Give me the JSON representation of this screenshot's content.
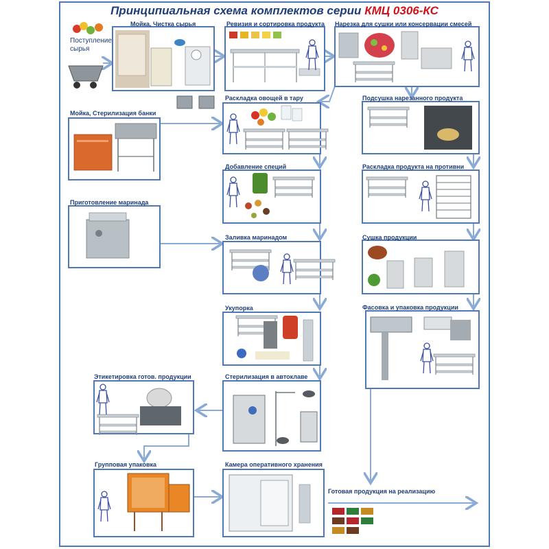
{
  "title": {
    "main": "Принципиальная схема комплектов серии",
    "accent": "КМЦ 0306-КС"
  },
  "entry": {
    "line1": "Поступление",
    "line2": "сырья"
  },
  "steps": {
    "washing_raw": "Мойка, Чистка сырья",
    "revision": "Ревизия и сортировка продукта",
    "cutting": "Нарезка для сушки или консервации смесей",
    "jar_wash": "Мойка, Стерилизация банки",
    "veg_layout": "Раскладка овощей в тару",
    "drying_cut": "Подсушка нарезанного продукта",
    "spices": "Добавление специй",
    "tray_layout": "Раскладка продукта на противни",
    "marinade_prep": "Приготовление маринада",
    "marinade_fill": "Заливка маринадом",
    "product_drying": "Сушка продукции",
    "capping": "Укупорка",
    "packing": "Фасовка и упаковка продукции",
    "labeling": "Этикетировка готов. продукции",
    "sterilization": "Стерилизация в автоклаве",
    "group_pack": "Групповая упаковка",
    "storage": "Камера оперативного хранения",
    "finished": "Готовая продукция на реализацию"
  },
  "colors": {
    "frame": "#4f79b6",
    "arrow": "#8aaad6",
    "title": "#1f3e7a",
    "accent": "#d0121b",
    "steel": "#b9c1c8",
    "worker": "#3a4fa0"
  }
}
